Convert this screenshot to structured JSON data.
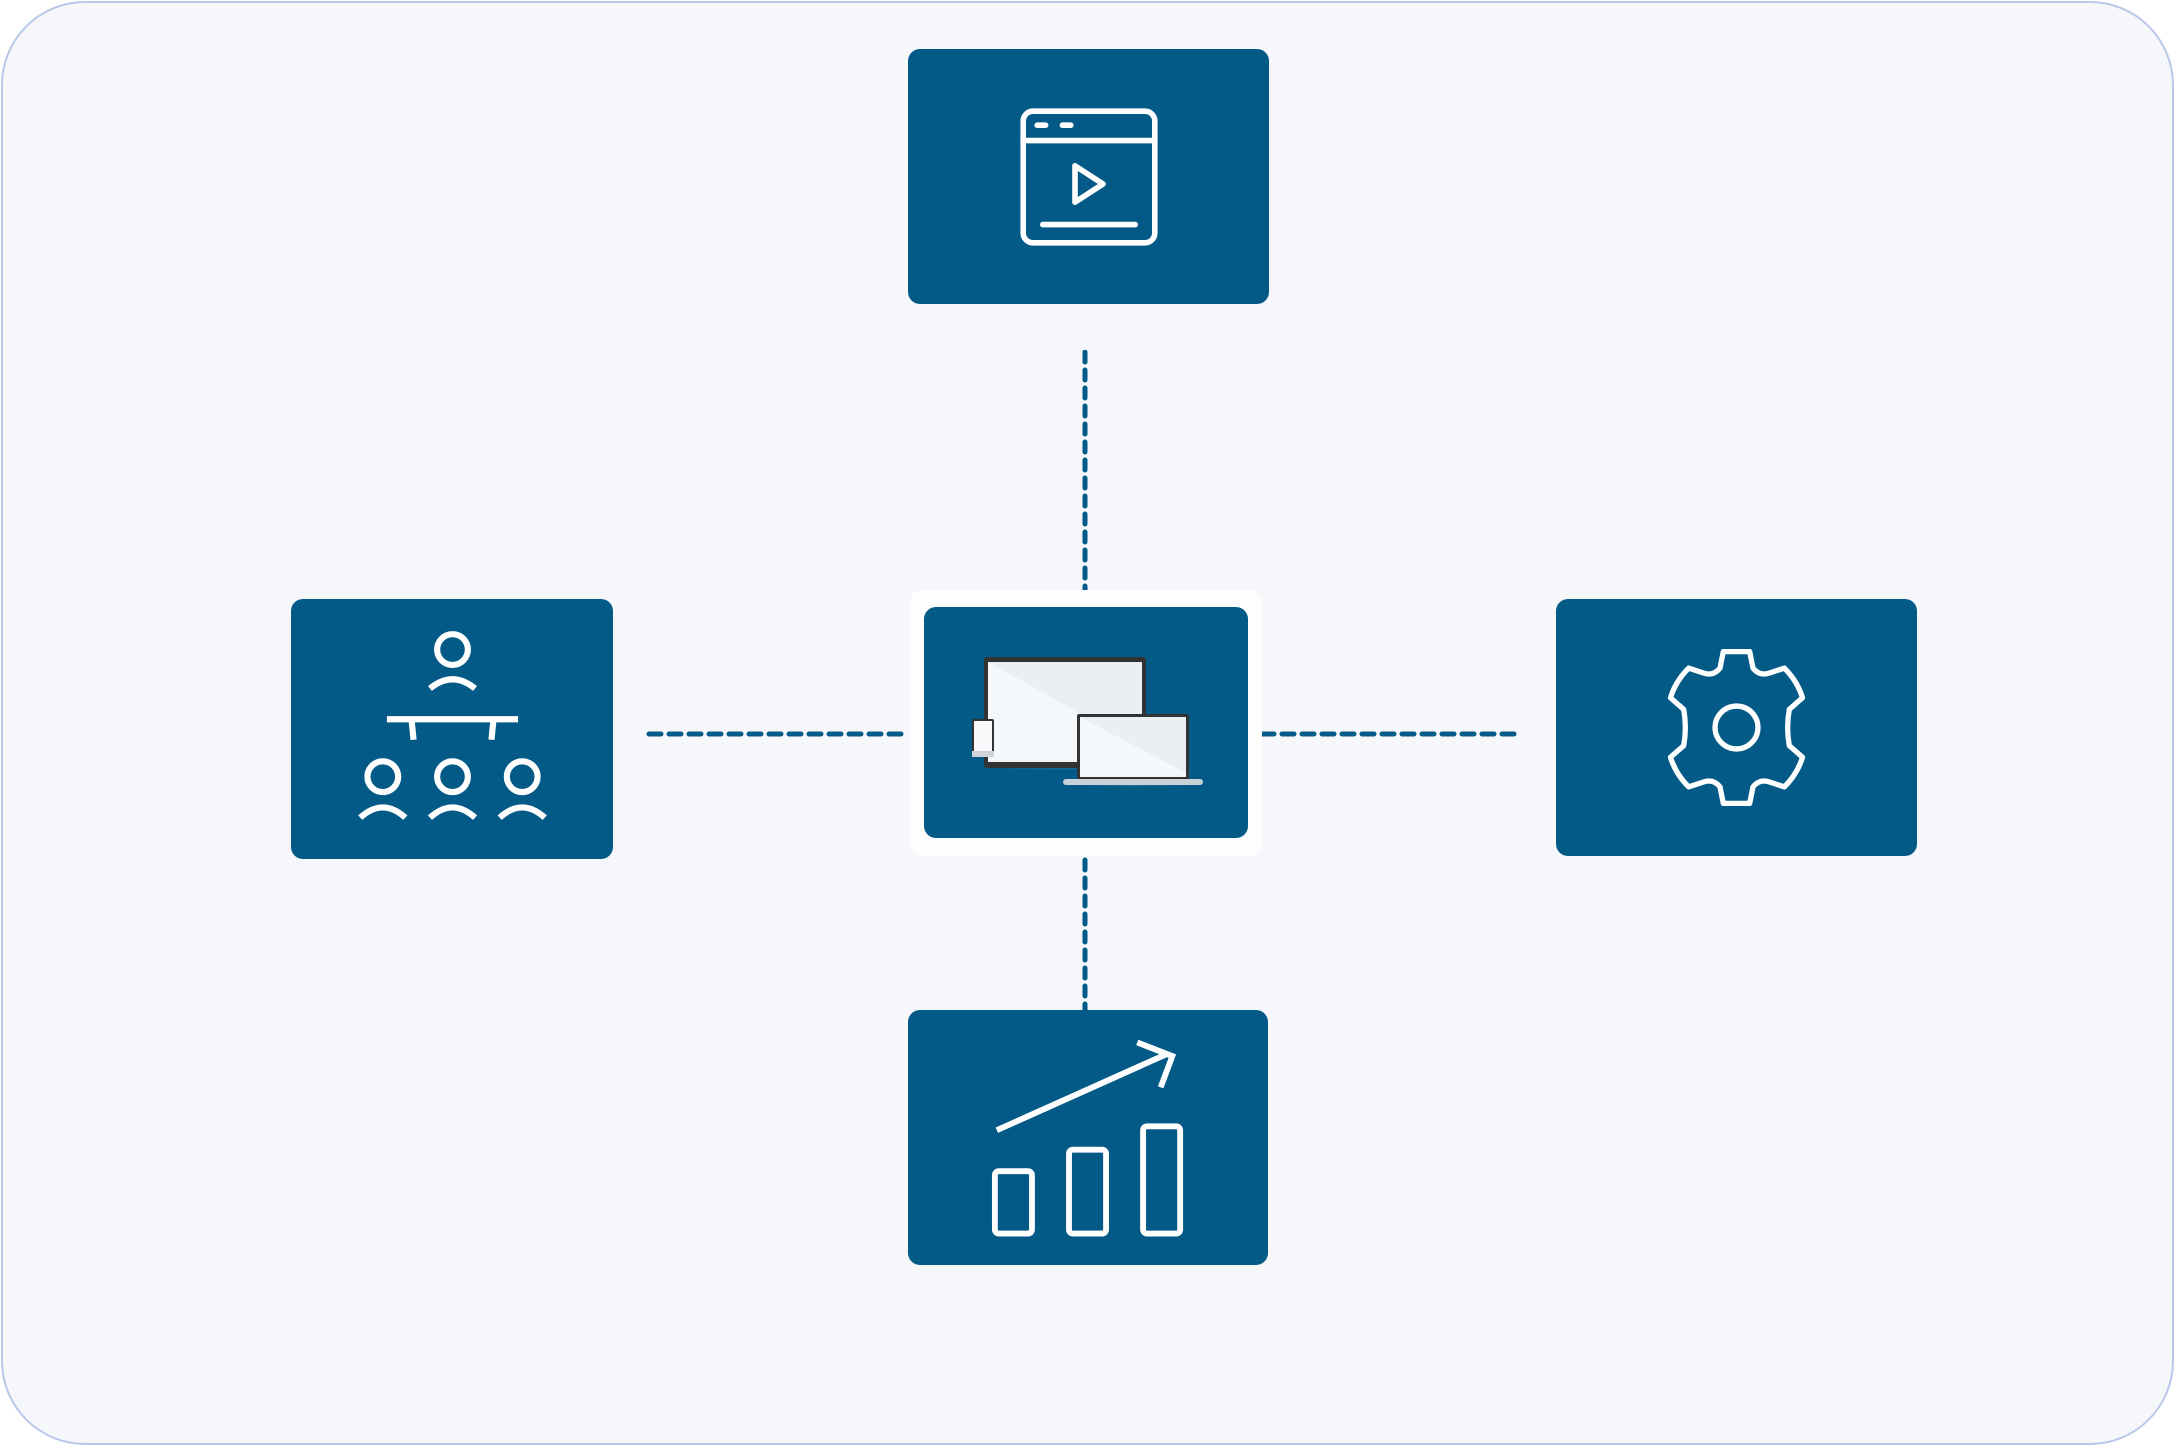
{
  "colors": {
    "node_fill": "#045a87",
    "background": "#f5f7fb",
    "border": "#b8c8ea",
    "connector": "#045a87"
  },
  "nodes": [
    {
      "id": "top",
      "icon": "video-player-icon"
    },
    {
      "id": "left",
      "icon": "org-chart-icon"
    },
    {
      "id": "center",
      "icon": "devices-icon"
    },
    {
      "id": "right",
      "icon": "gear-icon"
    },
    {
      "id": "bottom",
      "icon": "growth-chart-icon"
    }
  ]
}
